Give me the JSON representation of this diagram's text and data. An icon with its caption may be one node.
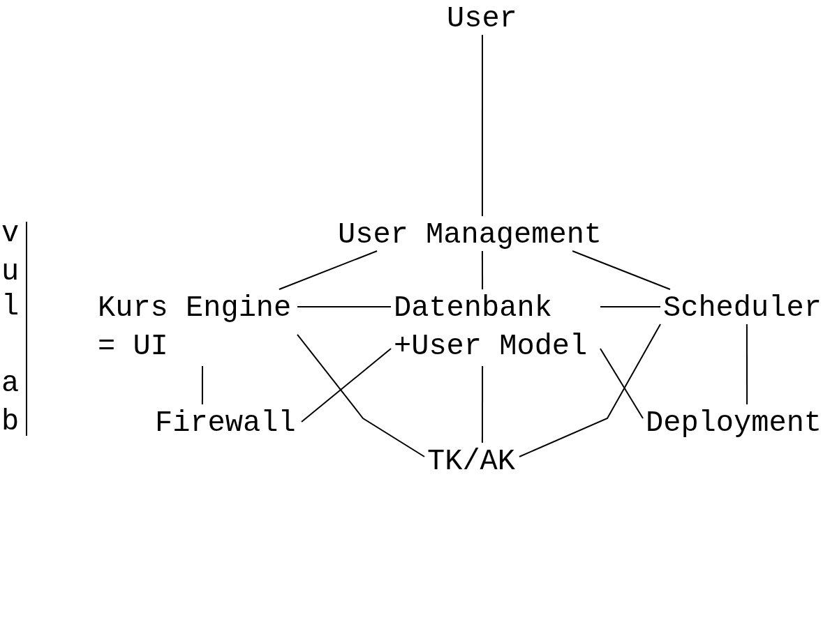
{
  "diagram": {
    "nodes": [
      {
        "text": [
          "User"
        ]
      },
      {
        "text": [
          "User Management"
        ]
      },
      {
        "text": [
          "Kurs Engine = UI"
        ]
      },
      {
        "text": [
          "Datenbank",
          "+User Model"
        ]
      },
      {
        "text": [
          "Scheduler"
        ]
      },
      {
        "text": [
          "Firewall"
        ]
      },
      {
        "text": [
          "TK/AK"
        ]
      },
      {
        "text": [
          "Deployment"
        ]
      }
    ],
    "edges": [
      {
        "from": 0,
        "to": 1,
        "arrow": "none"
      },
      {
        "from": 1,
        "to": 2,
        "arrow": "none"
      },
      {
        "from": 1,
        "to": 3,
        "arrow": "none"
      },
      {
        "from": 1,
        "to": 4,
        "arrow": "none"
      },
      {
        "from": 2,
        "to": 3,
        "arrow": "none"
      },
      {
        "from": 3,
        "to": 4,
        "arrow": "none"
      },
      {
        "from": 2,
        "to": 5,
        "arrow": "none"
      },
      {
        "from": 4,
        "to": 7,
        "arrow": "none"
      },
      {
        "from": 3,
        "to": 6,
        "arrow": "none"
      },
      {
        "from": 2,
        "to": 6,
        "arrow": "none"
      },
      {
        "from": 3,
        "to": 5,
        "arrow": "none"
      },
      {
        "from": 3,
        "to": 7,
        "arrow": "none"
      },
      {
        "from": 4,
        "to": 6,
        "arrow": "none"
      }
    ],
    "labels": [
      "v",
      "u",
      "l",
      "a",
      "b"
    ]
  }
}
